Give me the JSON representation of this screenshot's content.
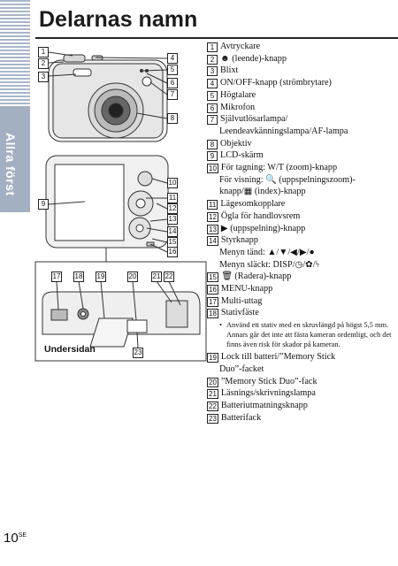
{
  "sidebar": {
    "tab_label": "Allra först"
  },
  "title": "Delarnas namn",
  "underside_label": "Undersidan",
  "callout_numbers": [
    "1",
    "2",
    "3",
    "4",
    "5",
    "6",
    "7",
    "8",
    "9",
    "10",
    "11",
    "12",
    "13",
    "14",
    "15",
    "16",
    "17",
    "18",
    "19",
    "20",
    "21",
    "22",
    "23"
  ],
  "items": [
    {
      "num": "1",
      "text": "Avtryckare"
    },
    {
      "num": "2",
      "text": "☻ (leende)-knapp"
    },
    {
      "num": "3",
      "text": "Blixt"
    },
    {
      "num": "4",
      "text": "ON/OFF-knapp (strömbrytare)"
    },
    {
      "num": "5",
      "text": "Högtalare"
    },
    {
      "num": "6",
      "text": "Mikrofon"
    },
    {
      "num": "7",
      "text": "Självutlösarlampa/",
      "sub": [
        "Leendeavkänningslampa/AF-lampa"
      ]
    },
    {
      "num": "8",
      "text": "Objektiv"
    },
    {
      "num": "9",
      "text": "LCD-skärm"
    },
    {
      "num": "10",
      "text": "För tagning: W/T (zoom)-knapp",
      "sub": [
        "För visning: 🔍 (uppspelningszoom)-",
        "knapp/▦ (index)-knapp"
      ]
    },
    {
      "num": "11",
      "text": "Lägesomkopplare"
    },
    {
      "num": "12",
      "text": "Ögla för handlovsrem"
    },
    {
      "num": "13",
      "text": "▶ (uppspelning)-knapp"
    },
    {
      "num": "14",
      "text": "Styrknapp",
      "sub": [
        "Menyn tänd: ▲/▼/◀/▶/●",
        "Menyn släckt: DISP/◷/✿/ϟ"
      ]
    },
    {
      "num": "15",
      "text": "🗑 (Radera)-knapp"
    },
    {
      "num": "16",
      "text": "MENU-knapp"
    },
    {
      "num": "17",
      "text": "Multi-uttag"
    },
    {
      "num": "18",
      "text": "Stativfäste",
      "note": "Använd ett stativ med en skruvlängd på högst 5,5 mm. Annars går det inte att fästa kameran ordentligt, och det finns även risk för skador på kameran."
    },
    {
      "num": "19",
      "text": "Lock till batteri/”Memory Stick",
      "sub": [
        "Duo”-facket"
      ]
    },
    {
      "num": "20",
      "text": "”Memory Stick Duo”-fack"
    },
    {
      "num": "21",
      "text": "Läsnings/skrivningslampa"
    },
    {
      "num": "22",
      "text": "Batteriutmatningsknapp"
    },
    {
      "num": "23",
      "text": "Batterifack"
    }
  ],
  "page_number": "10",
  "page_suffix": "SE"
}
